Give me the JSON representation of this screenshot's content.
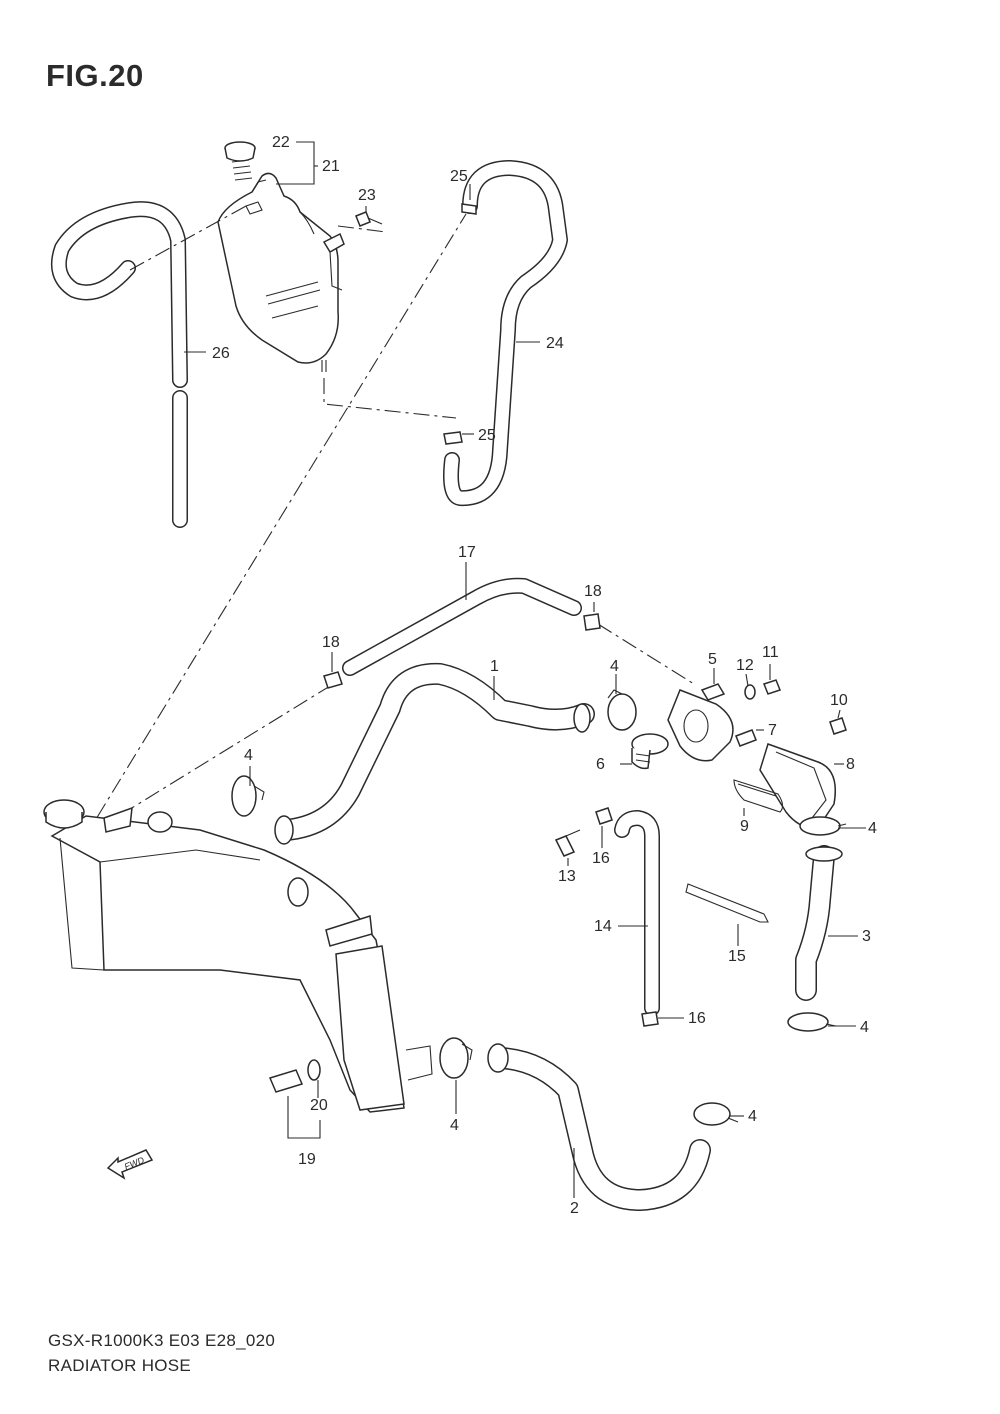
{
  "figure": {
    "title": "FIG.20"
  },
  "footer": {
    "model_code": "GSX-R1000K3 E03 E28_020",
    "section_name": "RADIATOR HOSE"
  },
  "fwd_arrow_text": "FWD",
  "callouts": [
    {
      "id": "c22",
      "text": "22"
    },
    {
      "id": "c21",
      "text": "21"
    },
    {
      "id": "c23",
      "text": "23"
    },
    {
      "id": "c25a",
      "text": "25"
    },
    {
      "id": "c24",
      "text": "24"
    },
    {
      "id": "c26",
      "text": "26"
    },
    {
      "id": "c25b",
      "text": "25"
    },
    {
      "id": "c17",
      "text": "17"
    },
    {
      "id": "c18a",
      "text": "18"
    },
    {
      "id": "c18b",
      "text": "18"
    },
    {
      "id": "c1",
      "text": "1"
    },
    {
      "id": "c4a",
      "text": "4"
    },
    {
      "id": "c5",
      "text": "5"
    },
    {
      "id": "c12",
      "text": "12"
    },
    {
      "id": "c11",
      "text": "11"
    },
    {
      "id": "c10",
      "text": "10"
    },
    {
      "id": "c7",
      "text": "7"
    },
    {
      "id": "c6",
      "text": "6"
    },
    {
      "id": "c8",
      "text": "8"
    },
    {
      "id": "c4b",
      "text": "4"
    },
    {
      "id": "c9",
      "text": "9"
    },
    {
      "id": "c4c",
      "text": "4"
    },
    {
      "id": "c16a",
      "text": "16"
    },
    {
      "id": "c13",
      "text": "13"
    },
    {
      "id": "c14",
      "text": "14"
    },
    {
      "id": "c15",
      "text": "15"
    },
    {
      "id": "c3",
      "text": "3"
    },
    {
      "id": "c16b",
      "text": "16"
    },
    {
      "id": "c4d",
      "text": "4"
    },
    {
      "id": "c20",
      "text": "20"
    },
    {
      "id": "c19",
      "text": "19"
    },
    {
      "id": "c4e",
      "text": "4"
    },
    {
      "id": "c4f",
      "text": "4"
    },
    {
      "id": "c2",
      "text": "2"
    }
  ]
}
